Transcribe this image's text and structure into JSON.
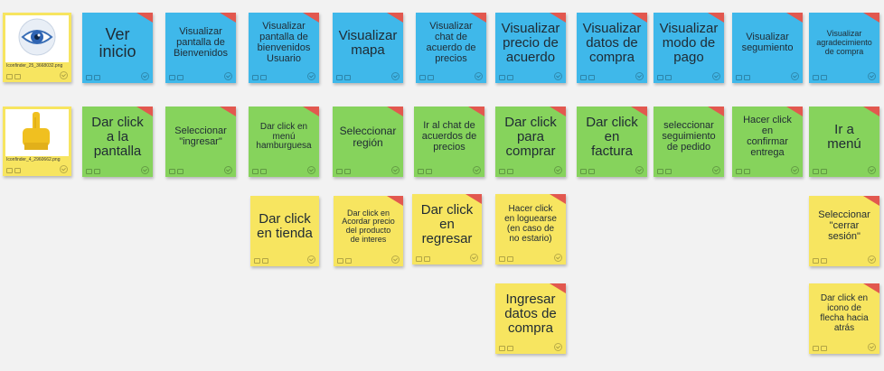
{
  "colors": {
    "board_background": "#f2f2f2",
    "blue_note": "#3fb8ea",
    "green_note": "#86d35c",
    "yellow_note": "#f7e560",
    "new_tag": "#e2584f"
  },
  "image_cards": {
    "top": {
      "caption": "Iconfinder_25_3668032.png",
      "icon": "eye-icon"
    },
    "bottom": {
      "caption": "Iconfinder_4_2960662.png",
      "icon": "pointing-hand-icon"
    }
  },
  "rows": {
    "visualize": [
      "Ver\ninicio",
      "Visualizar\npantalla de\nBienvenidos",
      "Visualizar\npantalla de\nbienvenidos\nUsuario",
      "Visualizar\nmapa",
      "Visualizar\nchat de\nacuerdo de\nprecios",
      "Visualizar\nprecio de\nacuerdo",
      "Visualizar\ndatos de\ncompra",
      "Visualizar\nmodo de\npago",
      "Visualizar\nsegumiento",
      "Visualizar\nagradecimiento\nde compra"
    ],
    "actions": [
      "Dar click\na la\npantalla",
      "Seleccionar\n\"ingresar\"",
      "Dar click en\nmenú\nhamburguesa",
      "Seleccionar\nregión",
      "Ir al chat de\nacuerdos de\nprecios",
      "Dar click\npara\ncomprar",
      "Dar click\nen\nfactura",
      "seleccionar\nseguimiento\nde pedido",
      "Hacer click\nen\nconfirmar\nentrega",
      "Ir a\nmenú"
    ],
    "alternatives": [
      "Dar click\nen tienda",
      "Dar click en\nAcordar precio\ndel producto\nde interes",
      "Dar click\nen\nregresar",
      "Hacer click\nen loguearse\n(en caso de\nno estario)",
      "Seleccionar\n\"cerrar\nsesión\"",
      "Ingresar\ndatos de\ncompra",
      "Dar click en\nicono de\nflecha hacia\natrás"
    ]
  }
}
